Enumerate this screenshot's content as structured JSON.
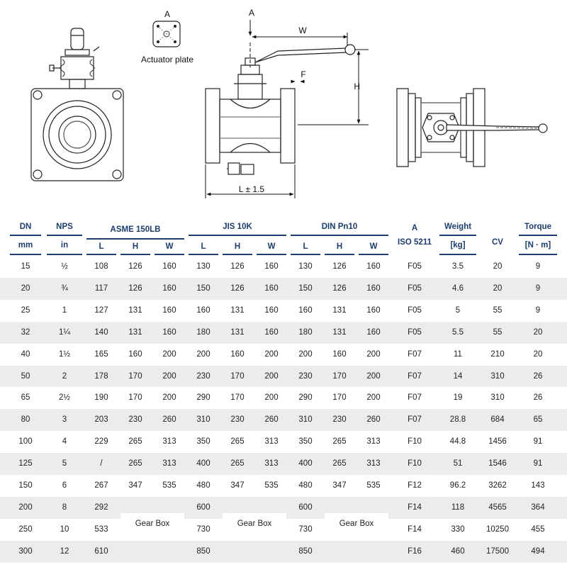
{
  "drawing": {
    "actuator_label": "A",
    "actuator_caption": "Actuator plate",
    "dim_a": "A",
    "dim_w": "W",
    "dim_f": "F",
    "dim_h": "H",
    "dim_l": "L ± 1.5"
  },
  "table": {
    "group_headers": {
      "dn": "DN",
      "nps": "NPS",
      "asme": "ASME 150LB",
      "jis": "JIS 10K",
      "din": "DIN Pn10",
      "iso": "A",
      "iso2": "ISO 5211",
      "weight": "Weight",
      "cv": "CV",
      "torque": "Torque"
    },
    "sub_headers": {
      "dn": "mm",
      "nps": "in",
      "weight": "[kg]",
      "torque": "[N · m]",
      "asme": [
        "L",
        "H",
        "W"
      ],
      "jis": [
        "L",
        "H",
        "W"
      ],
      "din": [
        "L",
        "H",
        "W"
      ]
    },
    "gearbox_label": "Gear Box",
    "rows": [
      {
        "dn": "15",
        "nps": "½",
        "asme": [
          "108",
          "126",
          "160"
        ],
        "jis": [
          "130",
          "126",
          "160"
        ],
        "din": [
          "130",
          "126",
          "160"
        ],
        "iso": "F05",
        "weight": "3.5",
        "cv": "20",
        "torque": "9"
      },
      {
        "dn": "20",
        "nps": "¾",
        "asme": [
          "117",
          "126",
          "160"
        ],
        "jis": [
          "150",
          "126",
          "160"
        ],
        "din": [
          "150",
          "126",
          "160"
        ],
        "iso": "F05",
        "weight": "4.6",
        "cv": "20",
        "torque": "9"
      },
      {
        "dn": "25",
        "nps": "1",
        "asme": [
          "127",
          "131",
          "160"
        ],
        "jis": [
          "160",
          "131",
          "160"
        ],
        "din": [
          "160",
          "131",
          "160"
        ],
        "iso": "F05",
        "weight": "5",
        "cv": "55",
        "torque": "9"
      },
      {
        "dn": "32",
        "nps": "1¼",
        "asme": [
          "140",
          "131",
          "160"
        ],
        "jis": [
          "180",
          "131",
          "160"
        ],
        "din": [
          "180",
          "131",
          "160"
        ],
        "iso": "F05",
        "weight": "5.5",
        "cv": "55",
        "torque": "20"
      },
      {
        "dn": "40",
        "nps": "1½",
        "asme": [
          "165",
          "160",
          "200"
        ],
        "jis": [
          "200",
          "160",
          "200"
        ],
        "din": [
          "200",
          "160",
          "200"
        ],
        "iso": "F07",
        "weight": "11",
        "cv": "210",
        "torque": "20"
      },
      {
        "dn": "50",
        "nps": "2",
        "asme": [
          "178",
          "170",
          "200"
        ],
        "jis": [
          "230",
          "170",
          "200"
        ],
        "din": [
          "230",
          "170",
          "200"
        ],
        "iso": "F07",
        "weight": "14",
        "cv": "310",
        "torque": "26"
      },
      {
        "dn": "65",
        "nps": "2½",
        "asme": [
          "190",
          "170",
          "200"
        ],
        "jis": [
          "290",
          "170",
          "200"
        ],
        "din": [
          "290",
          "170",
          "200"
        ],
        "iso": "F07",
        "weight": "19",
        "cv": "310",
        "torque": "26"
      },
      {
        "dn": "80",
        "nps": "3",
        "asme": [
          "203",
          "230",
          "260"
        ],
        "jis": [
          "310",
          "230",
          "260"
        ],
        "din": [
          "310",
          "230",
          "260"
        ],
        "iso": "F07",
        "weight": "28.8",
        "cv": "684",
        "torque": "65"
      },
      {
        "dn": "100",
        "nps": "4",
        "asme": [
          "229",
          "265",
          "313"
        ],
        "jis": [
          "350",
          "265",
          "313"
        ],
        "din": [
          "350",
          "265",
          "313"
        ],
        "iso": "F10",
        "weight": "44.8",
        "cv": "1456",
        "torque": "91"
      },
      {
        "dn": "125",
        "nps": "5",
        "asme": [
          "/",
          "265",
          "313"
        ],
        "jis": [
          "400",
          "265",
          "313"
        ],
        "din": [
          "400",
          "265",
          "313"
        ],
        "iso": "F10",
        "weight": "51",
        "cv": "1546",
        "torque": "91"
      },
      {
        "dn": "150",
        "nps": "6",
        "asme": [
          "267",
          "347",
          "535"
        ],
        "jis": [
          "480",
          "347",
          "535"
        ],
        "din": [
          "480",
          "347",
          "535"
        ],
        "iso": "F12",
        "weight": "96.2",
        "cv": "3262",
        "torque": "143"
      },
      {
        "dn": "200",
        "nps": "8",
        "asme": [
          "292",
          "",
          ""
        ],
        "jis": [
          "600",
          "",
          ""
        ],
        "din": [
          "600",
          "",
          ""
        ],
        "iso": "F14",
        "weight": "118",
        "cv": "4565",
        "torque": "364"
      },
      {
        "dn": "250",
        "nps": "10",
        "asme": [
          "533",
          "",
          ""
        ],
        "jis": [
          "730",
          "",
          ""
        ],
        "din": [
          "730",
          "",
          ""
        ],
        "iso": "F14",
        "weight": "330",
        "cv": "10250",
        "torque": "455"
      },
      {
        "dn": "300",
        "nps": "12",
        "asme": [
          "610",
          "",
          ""
        ],
        "jis": [
          "850",
          "",
          ""
        ],
        "din": [
          "850",
          "",
          ""
        ],
        "iso": "F16",
        "weight": "460",
        "cv": "17500",
        "torque": "494"
      }
    ]
  }
}
